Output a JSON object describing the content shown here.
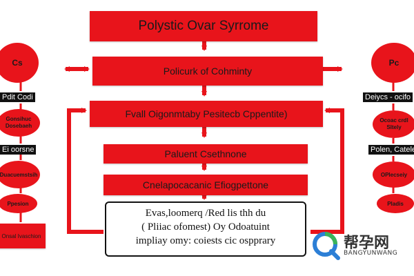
{
  "flow": {
    "top_title": "Polystic Ovar Syrrome",
    "box2": "Policurk of Cohminty",
    "box3": "Fvall Oigonmtaby Pesitecb Cppentite)",
    "box4": "Paluent Csethnone",
    "box5": "Cnelapocacanic Efiogpettone",
    "note_lines": [
      "Evas,loomerq /Red lis thh du",
      "( Pliiac ofomest) Oy Odoatuint",
      "impliay omy: coiests cic ospprary"
    ]
  },
  "left_column": {
    "circle_top": "Cs",
    "tag1": "Pdit  Codi",
    "circle2": "Gonsihuc Dosebaeh",
    "tag2": "Ei oorsne",
    "circle3": "Duacuemstsih",
    "circle4": "Ppesion",
    "bottom_box": "Onsal Ivaschion"
  },
  "right_column": {
    "circle_top": "Pc",
    "tag1": "Deiycs - ocifo",
    "circle2": "Ocoac crdl Sltely",
    "tag2": "Polen, Catele",
    "circle3": "OPlecseiy",
    "circle4": "Pladis"
  },
  "watermark": {
    "cn": "帮孕网",
    "en": "BANGYUNWANG"
  },
  "colors": {
    "accent": "#e8141b",
    "tag_bg": "#111111",
    "watermark_blue": "#2c7fd6",
    "watermark_green": "#3bb35a"
  }
}
